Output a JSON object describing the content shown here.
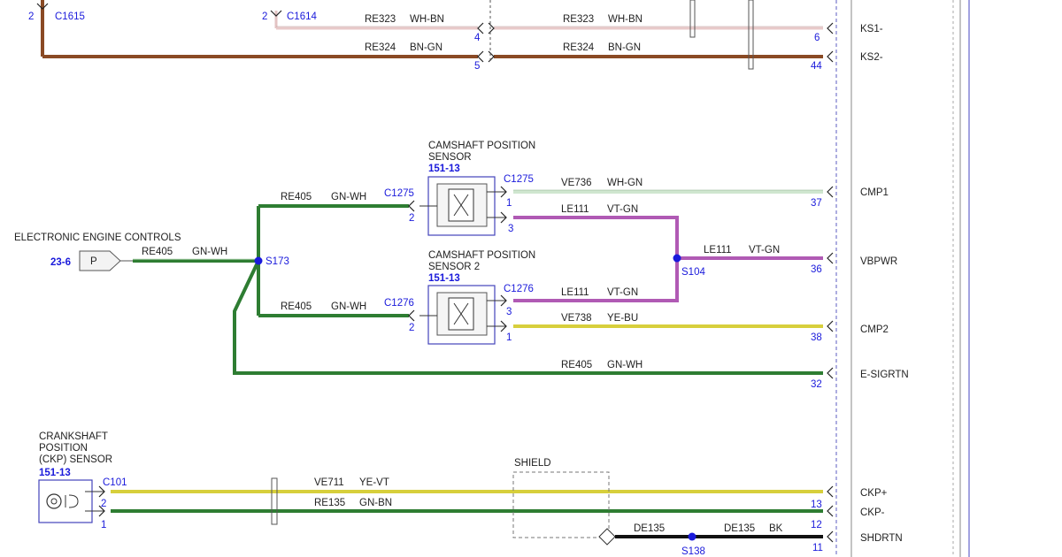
{
  "top": {
    "c1615": {
      "pin": "2",
      "conn": "C1615"
    },
    "c1614": {
      "pin": "2",
      "conn": "C1614"
    },
    "re323": {
      "circuit": "RE323",
      "color": "WH-BN",
      "pin_mid": "4",
      "pin_pcm": "6",
      "signal": "KS1-"
    },
    "re324": {
      "circuit": "RE324",
      "color": "BN-GN",
      "pin_mid": "5",
      "pin_pcm": "44",
      "signal": "KS2-"
    }
  },
  "eec": {
    "title": "ELECTRONIC ENGINE CONTROLS",
    "ref": "23-6",
    "connector": "P",
    "circuit": "RE405",
    "color": "GN-WH"
  },
  "splice_s173": "S173",
  "splice_s104": "S104",
  "splice_s138": "S138",
  "cmp1": {
    "title_line1": "CAMSHAFT POSITION",
    "title_line2": "SENSOR",
    "ref": "151-13",
    "conn": "C1275",
    "in_circuit": "RE405",
    "in_color": "GN-WH",
    "in_pin": "2",
    "out_pin1": "1",
    "out_pin3": "3",
    "sig_circuit": "VE736",
    "sig_color": "WH-GN",
    "sig_pcm_pin": "37",
    "sig_name": "CMP1",
    "pwr_circuit": "LE111",
    "pwr_color": "VT-GN"
  },
  "vbpwr": {
    "circuit": "LE111",
    "color": "VT-GN",
    "pcm_pin": "36",
    "name": "VBPWR"
  },
  "cmp2": {
    "title_line1": "CAMSHAFT POSITION",
    "title_line2": "SENSOR 2",
    "ref": "151-13",
    "conn": "C1276",
    "in_circuit": "RE405",
    "in_color": "GN-WH",
    "in_pin": "2",
    "out_pin3": "3",
    "out_pin1": "1",
    "pwr_circuit": "LE111",
    "pwr_color": "VT-GN",
    "sig_circuit": "VE738",
    "sig_color": "YE-BU",
    "sig_pcm_pin": "38",
    "sig_name": "CMP2"
  },
  "esigrtn": {
    "circuit": "RE405",
    "color": "GN-WH",
    "pcm_pin": "32",
    "name": "E-SIGRTN"
  },
  "ckp": {
    "title_line1": "CRANKSHAFT",
    "title_line2": "POSITION",
    "title_line3": "(CKP) SENSOR",
    "ref": "151-13",
    "conn": "C101",
    "pin2": "2",
    "pin1": "1",
    "plus_circuit": "VE711",
    "plus_color": "YE-VT",
    "plus_pcm_pin": "13",
    "plus_name": "CKP+",
    "minus_circuit": "RE135",
    "minus_color": "GN-BN",
    "minus_pcm_pin": "12",
    "minus_name": "CKP-",
    "shield_label": "SHIELD",
    "shd_circuit": "DE135",
    "shd_circuit2": "DE135",
    "shd_color": "BK",
    "shd_pcm_pin": "11",
    "shd_name": "SHDRTN"
  },
  "colors": {
    "green": "#2e7d32",
    "violet": "#b05ab4",
    "yellow": "#d7cf3c",
    "brown": "#8a4a24",
    "pink": "#e8c9c9",
    "lightgreen": "#cfe6cf",
    "black": "#111111",
    "blue": "#1a1adb"
  }
}
